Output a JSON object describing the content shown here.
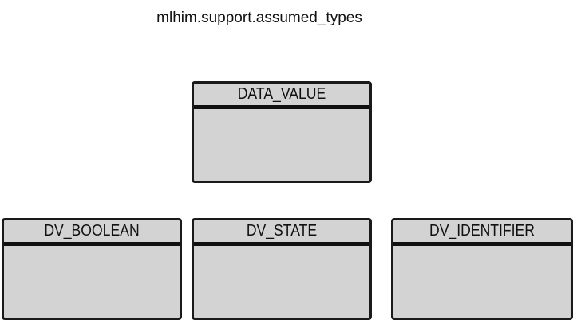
{
  "diagram": {
    "package_title": "mlhim.support.assumed_types",
    "classes": [
      {
        "name": "DATA_VALUE"
      },
      {
        "name": "DV_BOOLEAN"
      },
      {
        "name": "DV_STATE"
      },
      {
        "name": "DV_IDENTIFIER"
      }
    ]
  },
  "colors": {
    "box_fill": "#d3d3d3",
    "box_border": "#1a1a1a",
    "text": "#111111",
    "background": "#ffffff"
  }
}
